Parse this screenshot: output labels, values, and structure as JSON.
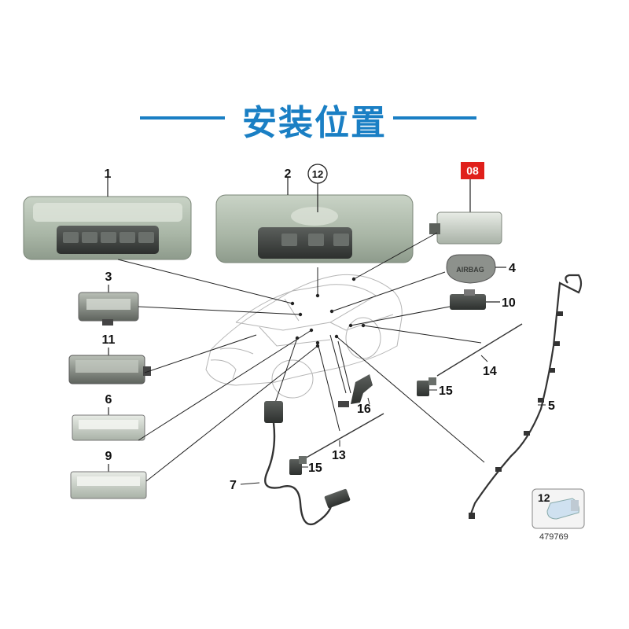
{
  "title": "安装位置",
  "callouts": {
    "c1": "1",
    "c2": "2",
    "c12a": "12",
    "c08": "08",
    "c4": "4",
    "c3": "3",
    "c10": "10",
    "c11": "11",
    "c14": "14",
    "c15a": "15",
    "c16": "16",
    "c6": "6",
    "c5": "5",
    "c13": "13",
    "c9": "9",
    "c7": "7",
    "c15b": "15",
    "c12b": "12"
  },
  "part_text": {
    "airbag": "AIRBAG"
  },
  "figure_number": "479769",
  "colors": {
    "title": "#1a7fc4",
    "badge": "#e0201b",
    "line": "#222222"
  }
}
